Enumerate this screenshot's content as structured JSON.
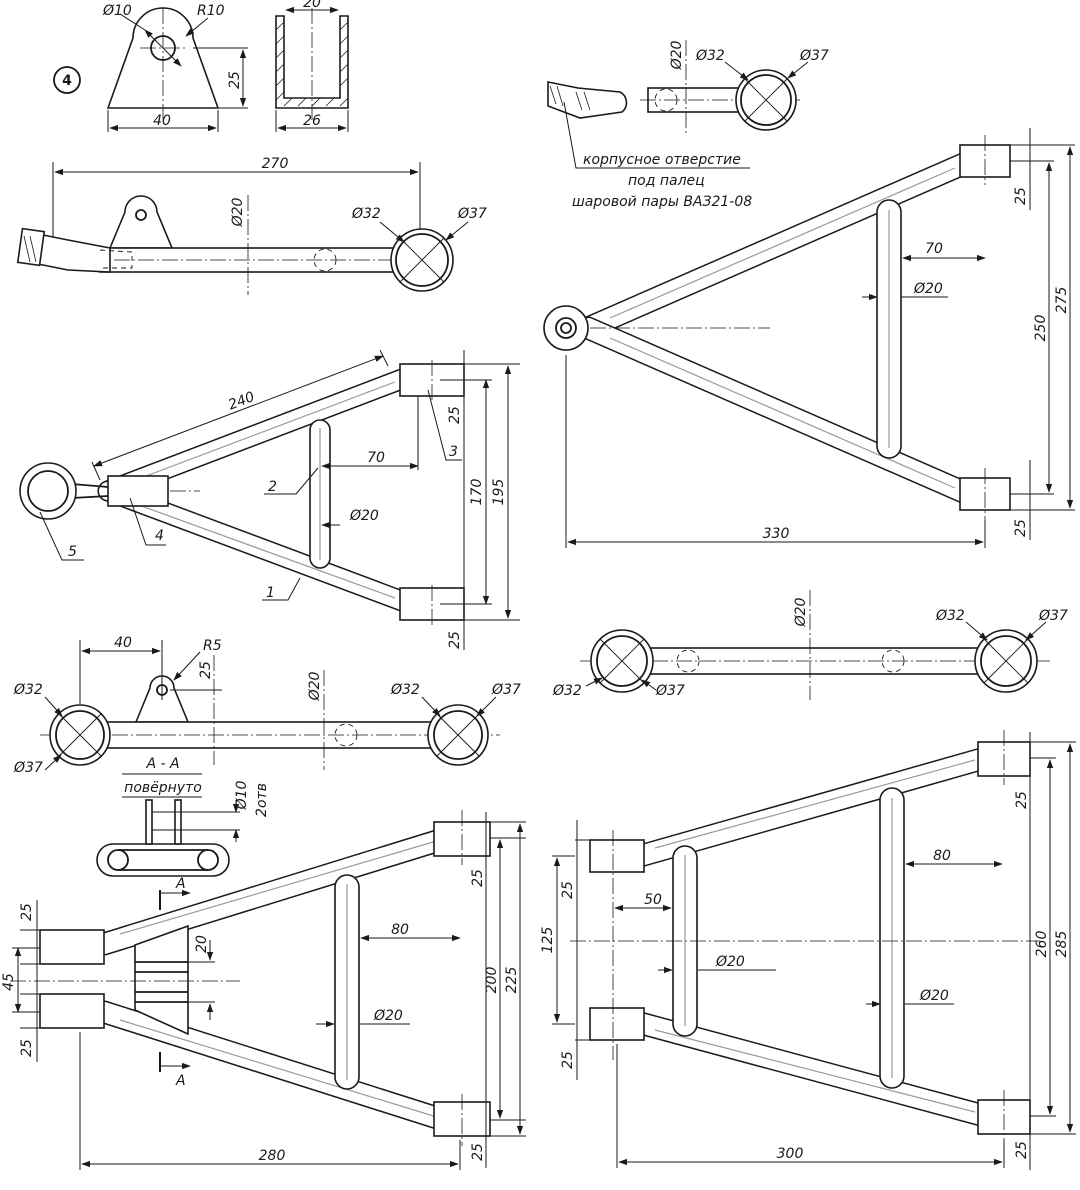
{
  "drawing": {
    "sheet_number": "4",
    "bracket": {
      "hole_dia": "Ø10",
      "radius": "R10",
      "height": "25",
      "base_width": "40"
    },
    "channel": {
      "inner_width": "20",
      "outer_width": "26"
    },
    "upper_side": {
      "length": "270",
      "tube_dia": "Ø20",
      "eye_inner": "Ø32",
      "eye_outer": "Ø37"
    },
    "ball_joint": {
      "tube_dia": "Ø20",
      "eye_inner": "Ø32",
      "eye_outer": "Ø37",
      "note_line1": "корпусное отверстие",
      "note_line2": "под палец",
      "note_line3": "шаровой пары ВАЗ21-08"
    },
    "upper_plan": {
      "arm_length": "240",
      "brace_offset": "70",
      "tube_dia": "Ø20",
      "bush_width": "25",
      "bush_width_b": "25",
      "span_inner": "170",
      "span_outer": "195",
      "callouts": [
        "1",
        "2",
        "3",
        "4",
        "5"
      ]
    },
    "right_upper": {
      "brace_offset": "70",
      "tube_dia": "Ø20",
      "bush_width": "25",
      "bush_width_b": "25",
      "span_inner": "250",
      "span_outer": "275",
      "length": "330"
    },
    "lower_side": {
      "bracket_offset": "40",
      "bracket_radius": "R5",
      "bracket_height": "25",
      "tube_dia": "Ø20",
      "eye_left_inner": "Ø32",
      "eye_left_outer": "Ø37",
      "eye_right_inner": "Ø32",
      "eye_right_outer": "Ø37"
    },
    "section": {
      "label": "А - А",
      "sublabel": "повёрнуто",
      "hole_dia": "Ø10",
      "hole_count": "2отв",
      "marker": "А",
      "marker_b": "А"
    },
    "right_side": {
      "tube_dia": "Ø20",
      "eye_left_inner": "Ø32",
      "eye_left_outer": "Ø37",
      "eye_right_inner": "Ø32",
      "eye_right_outer": "Ø37"
    },
    "lower_left": {
      "bush_top": "25",
      "bush_gap": "45",
      "bush_bottom": "25",
      "bush_right_top": "25",
      "bush_right_bottom": "25",
      "plate_width": "20",
      "brace_offset": "80",
      "tube_dia": "Ø20",
      "span_inner": "200",
      "span_outer": "225",
      "length": "280"
    },
    "lower_right": {
      "bush_top": "25",
      "bush_left_top": "25",
      "bush_left_bottom": "25",
      "bush_bottom": "25",
      "brace_offset_long": "80",
      "brace_offset_short": "50",
      "tube_dia_short": "Ø20",
      "tube_dia_long": "Ø20",
      "span_left": "125",
      "span_inner": "260",
      "span_outer": "285",
      "length": "300"
    }
  }
}
